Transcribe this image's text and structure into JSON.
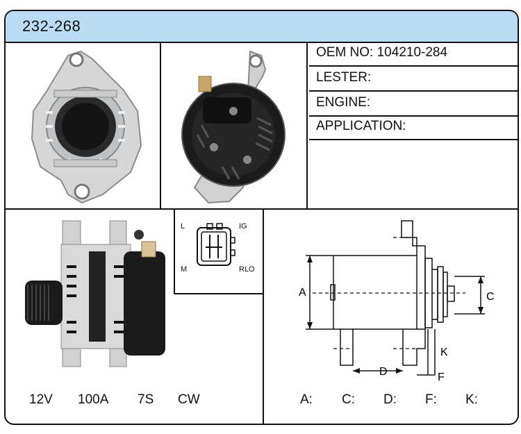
{
  "part_number": "232-268",
  "info": {
    "oem": "OEM NO: 104210-284",
    "lester": "LESTER:",
    "engine": "ENGINE:",
    "application": "APPLICATION:"
  },
  "specs": {
    "voltage": "12V",
    "amperage": "100A",
    "pulley": "7S",
    "rotation": "CW"
  },
  "connector_pins": {
    "top_left": "L",
    "top_right": "IG",
    "bottom_left": "M",
    "bottom_right": "RLO"
  },
  "diagram_labels": {
    "a": "A",
    "c": "C",
    "d": "D",
    "f": "F",
    "k": "K"
  },
  "dimensions": {
    "a": "A:",
    "c": "C:",
    "d": "D:",
    "f": "F:",
    "k": "K:"
  }
}
